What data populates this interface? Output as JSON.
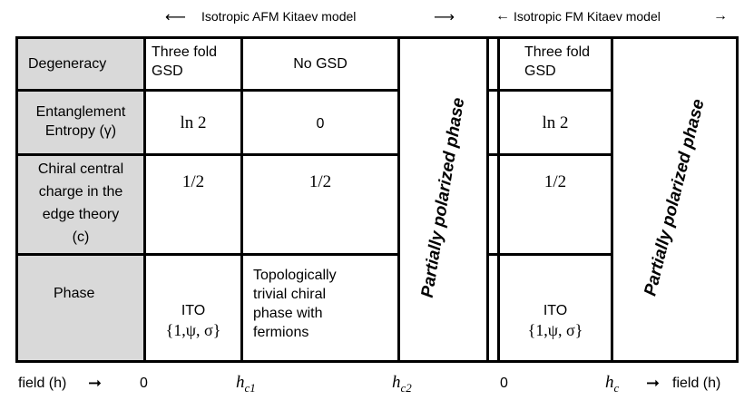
{
  "header": {
    "afm_label": "Isotropic AFM Kitaev model",
    "fm_label": "Isotropic FM Kitaev model"
  },
  "rows": {
    "degeneracy": {
      "label": "Degeneracy",
      "afm_low": "Three fold\nGSD",
      "afm_mid": "No GSD",
      "fm_low": "Three fold\nGSD"
    },
    "entropy": {
      "label": "Entanglement\nEntropy (γ)",
      "afm_low": "ln 2",
      "afm_mid": "0",
      "fm_low": "ln 2"
    },
    "charge": {
      "label": "Chiral central\ncharge in the\nedge theory\n(c)",
      "afm_low": "1/2",
      "afm_mid": "1/2",
      "fm_low": "1/2"
    },
    "phase": {
      "label": "Phase",
      "afm_low_name": "ITO",
      "afm_low_set": "{1,ψ, σ}",
      "afm_mid": "Topologically\ntrivial chiral\nphase with\nfermions",
      "fm_low_name": "ITO",
      "fm_low_set": "{1,ψ, σ}"
    }
  },
  "polarized": {
    "afm": "Partially polarized phase",
    "fm": "Partially polarized phase"
  },
  "axis": {
    "left_label": "field (h)",
    "right_label": "field (h)",
    "zero_afm": "0",
    "hc1_base": "h",
    "hc1_sub": "c1",
    "hc2_base": "h",
    "hc2_sub": "c2",
    "zero_fm": "0",
    "hc_base": "h",
    "hc_sub": "c"
  },
  "colors": {
    "header_fill": "#d9d9d9",
    "line": "#000000"
  }
}
